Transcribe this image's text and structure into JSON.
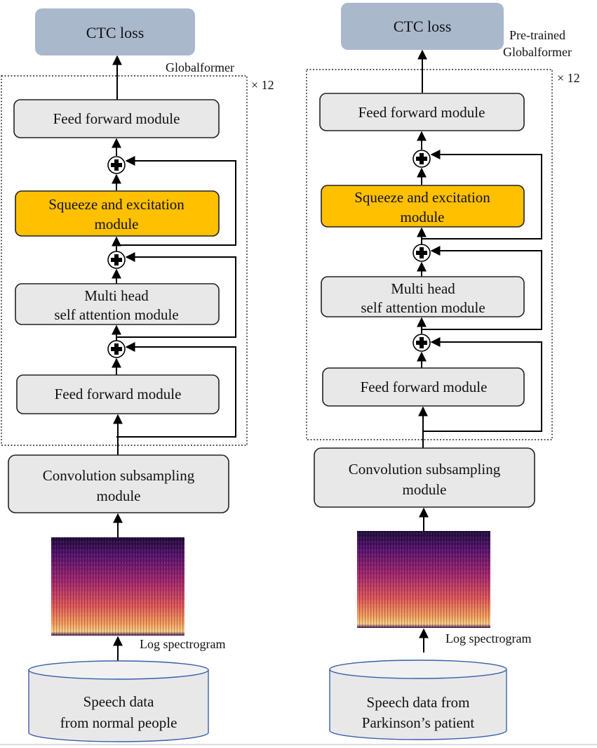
{
  "left": {
    "ctc_label": "CTC loss",
    "frame_label": "Globalformer",
    "repeat_label": "× 12",
    "ff_top_label": "Feed forward module",
    "se_line1": "Squeeze and excitation",
    "se_line2": "module",
    "mhsa_line1": "Multi head",
    "mhsa_line2": "self attention module",
    "ff_bottom_label": "Feed forward module",
    "conv_line1": "Convolution subsampling",
    "conv_line2": "module",
    "spectrogram_label": "Log spectrogram",
    "data_line1": "Speech data",
    "data_line2": "from normal  people"
  },
  "right": {
    "ctc_label": "CTC loss",
    "frame_label_line1": "Pre-trained",
    "frame_label_line2": "Globalformer",
    "repeat_label": "× 12",
    "ff_top_label": "Feed forward module",
    "se_line1": "Squeeze and excitation",
    "se_line2": "module",
    "mhsa_line1": "Multi head",
    "mhsa_line2": "self attention module",
    "ff_bottom_label": "Feed forward module",
    "conv_line1": "Convolution subsampling",
    "conv_line2": "module",
    "spectrogram_label": "Log spectrogram",
    "data_line1": "Speech data from",
    "data_line2": "Parkinson’s patient"
  },
  "colors": {
    "ctc_fill": "#aab8cc",
    "module_fill": "#e8e8e9",
    "se_fill": "#ffc000",
    "cylinder_stroke": "#3a5fa8"
  }
}
